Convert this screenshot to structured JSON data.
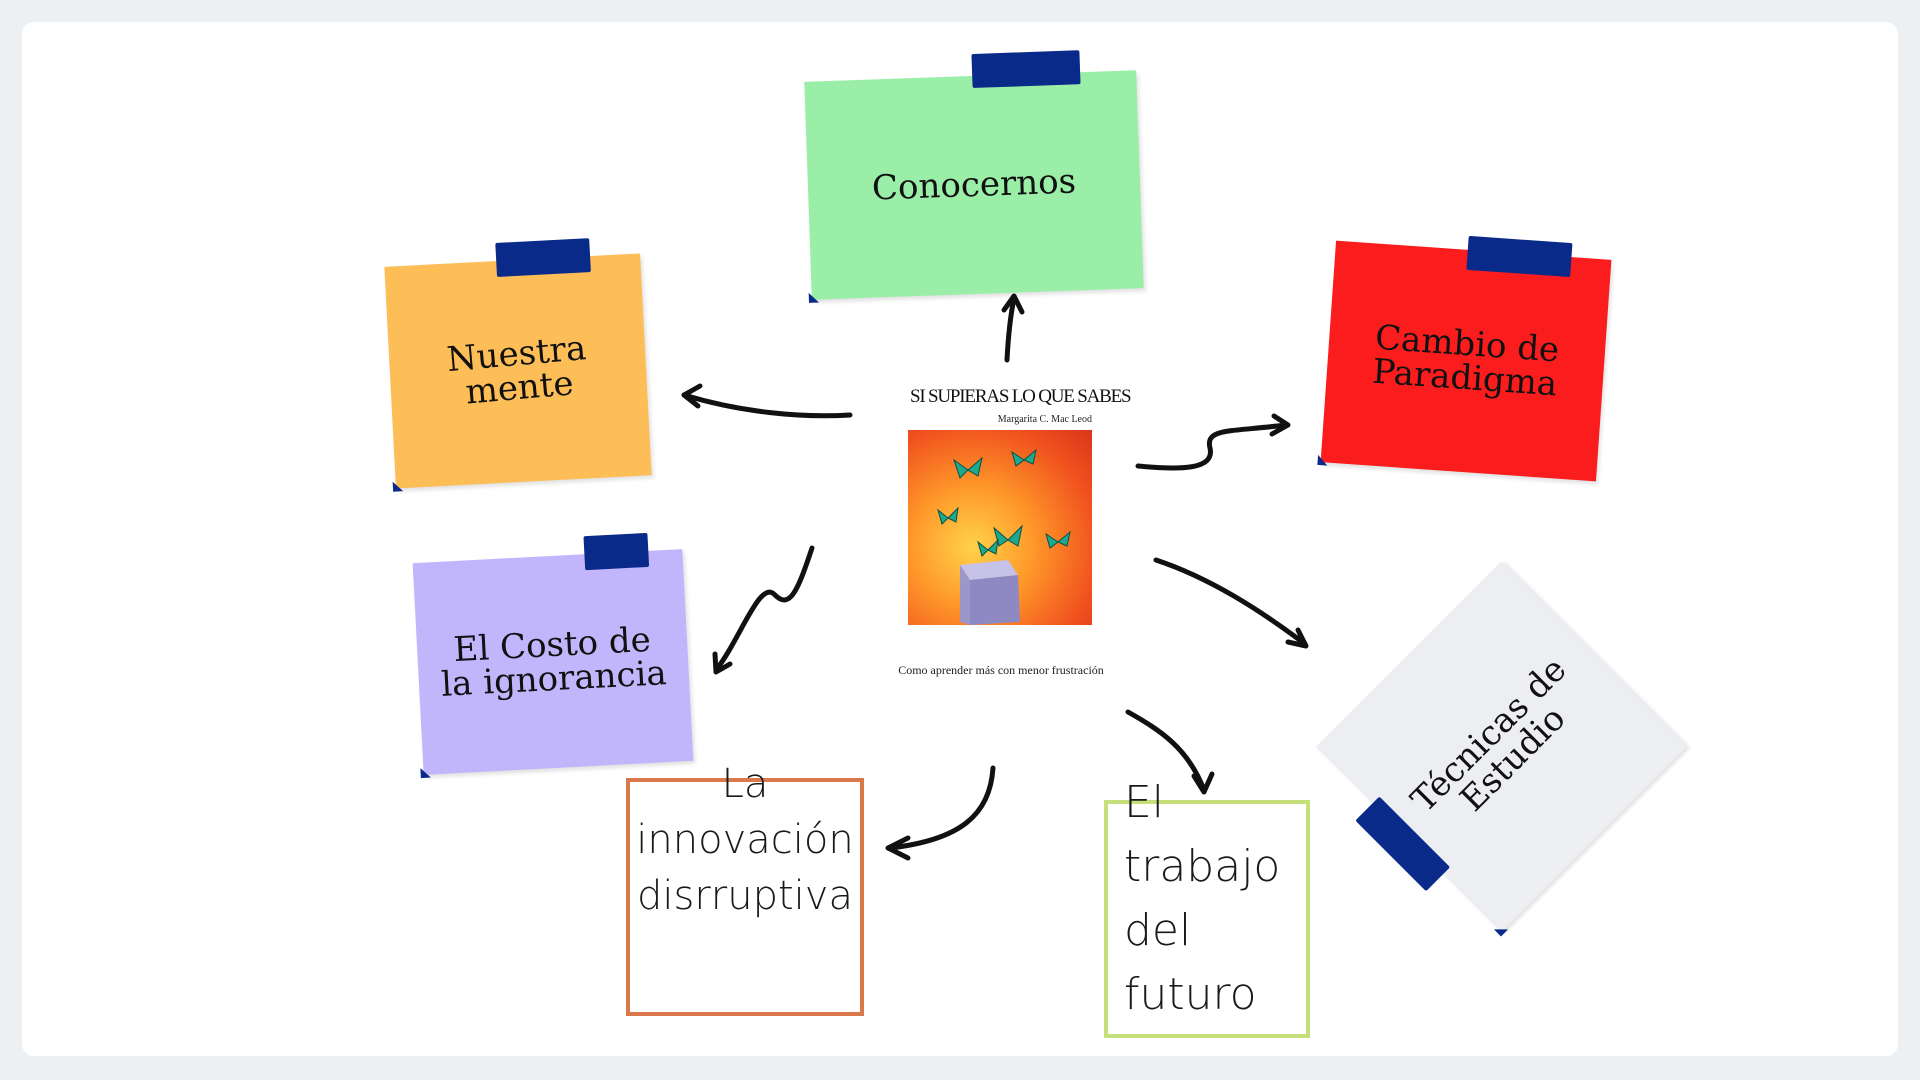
{
  "nodes": {
    "conocernos": "Conocernos",
    "nuestra_mente": "Nuestra mente",
    "cambio_paradigma": "Cambio de Paradigma",
    "costo_ignorancia": "El Costo de la ignorancia",
    "tecnicas_estudio": "Técnicas de Estudio",
    "innovacion": "La innovación disrruptiva",
    "trabajo_futuro": "El trabajo del futuro"
  },
  "book": {
    "title": "SI SUPIERAS LO QUE SABES",
    "author": "Margarita C. Mac Leod",
    "subtitle": "Como aprender más con menor frustración"
  },
  "colors": {
    "conocernos": "#9aeea8",
    "nuestra_mente": "#fdbd57",
    "cambio_paradigma": "#fb1d1d",
    "costo_ignorancia": "#c1b6fc",
    "tecnicas_estudio": "#eceef2",
    "innovacion_border": "#d9784a",
    "trabajo_border": "#c5e07a",
    "tape": "#0a2a8a"
  }
}
